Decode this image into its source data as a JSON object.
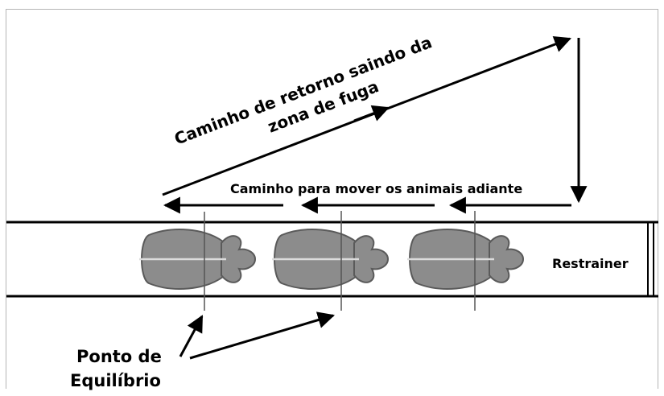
{
  "labels": {
    "return_path_line1": "Caminho de retorno saindo da",
    "return_path_line2": "zona de fuga",
    "forward_path": "Caminho para mover os animais adiante",
    "restrainer": "Restrainer",
    "balance_point_line1": "Ponto de",
    "balance_point_line2": "Equilíbrio"
  },
  "colors": {
    "animal_fill": "#8c8c8c",
    "animal_outline": "#5a5a5a",
    "line": "#000000",
    "frame": "#b5b5b5"
  },
  "animals": [
    {
      "name": "animal-1"
    },
    {
      "name": "animal-2"
    },
    {
      "name": "animal-3"
    }
  ]
}
